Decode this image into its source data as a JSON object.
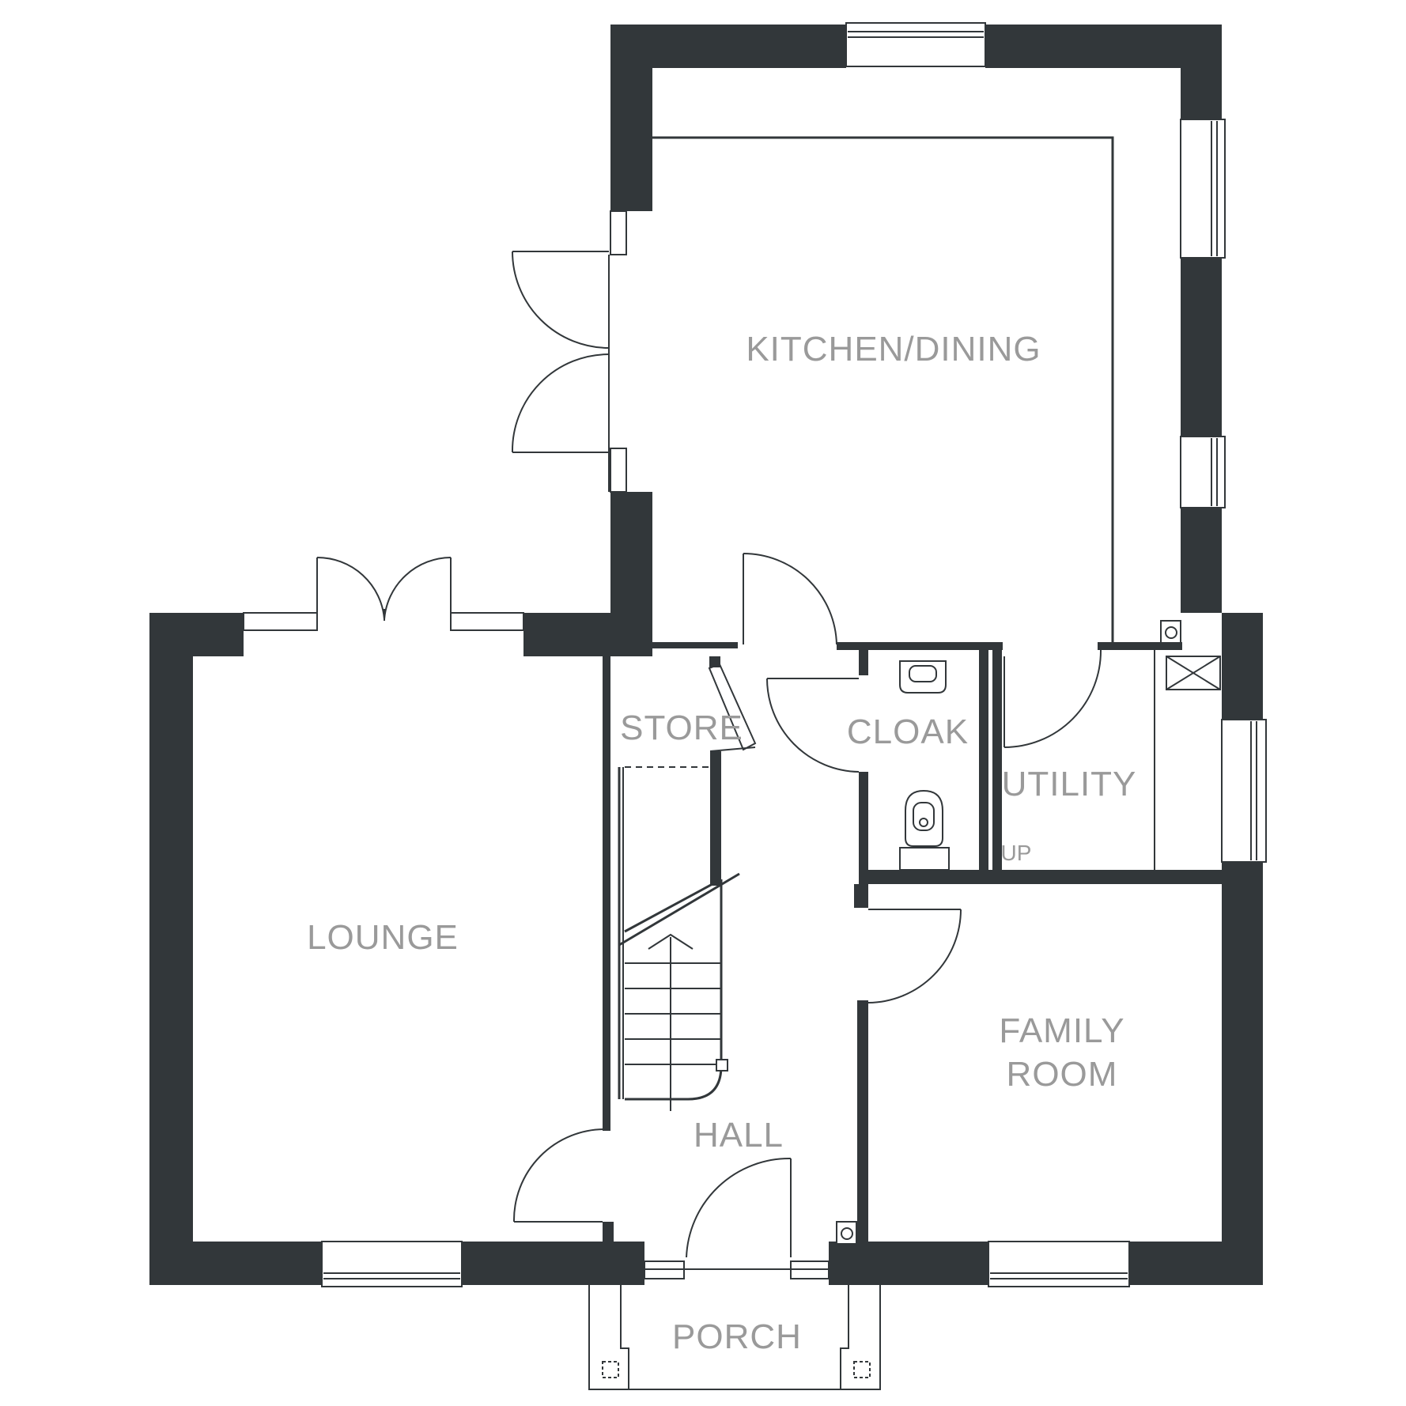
{
  "colors": {
    "wall": "#32373a",
    "label": "#9a9a9a",
    "background": "#ffffff"
  },
  "rooms": {
    "kitchen_dining": "KITCHEN/DINING",
    "lounge": "LOUNGE",
    "store": "STORE",
    "cloak": "CLOAK",
    "utility": "UTILITY",
    "family_room_line1": "FAMILY",
    "family_room_line2": "ROOM",
    "hall": "HALL",
    "porch": "PORCH"
  },
  "annotations": {
    "stairs_direction": "UP"
  }
}
